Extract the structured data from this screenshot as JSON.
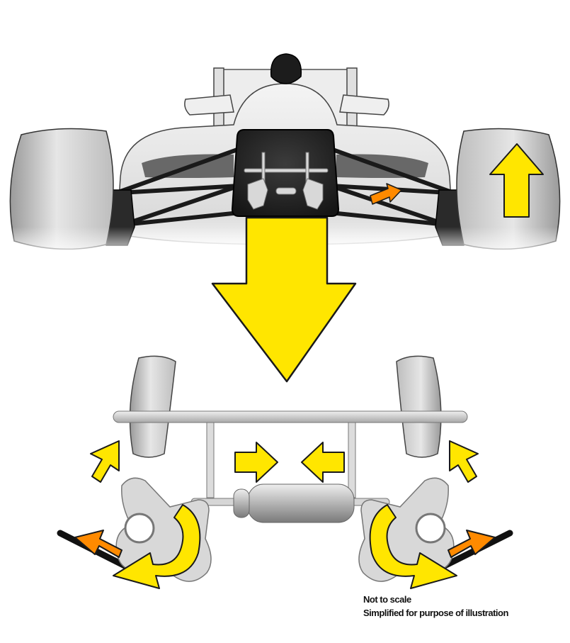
{
  "notes": {
    "line1": "Not to scale",
    "line2": "Simplified for purpose of illustration"
  },
  "colors": {
    "arrow_yellow": "#ffe600",
    "arrow_orange": "#ff8a00",
    "outline": "#1a1a1a",
    "cockpit_panel": "#2b2b2b"
  },
  "icons": {
    "down_force_arrow": "large-down-arrow",
    "lift_arrow": "up-arrow",
    "pushrod_arrows": "orange-arrows",
    "rotation_arrows": "curved-arrows"
  }
}
